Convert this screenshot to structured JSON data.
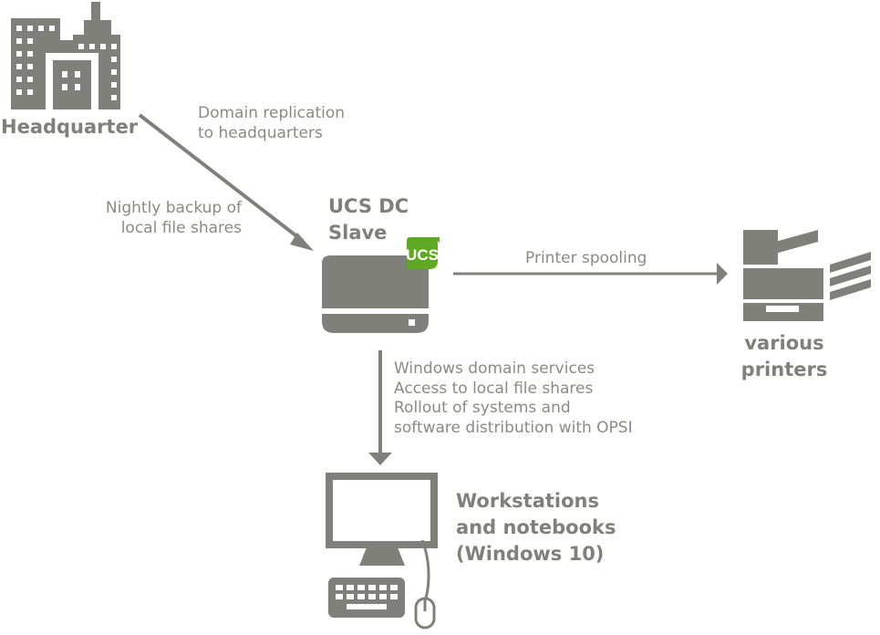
{
  "headquarter": {
    "label": "Headquarter"
  },
  "replication": {
    "lines": [
      "Domain replication",
      "to headquarters"
    ]
  },
  "backup": {
    "lines": [
      "Nightly backup of",
      "local file shares"
    ]
  },
  "server": {
    "title_lines": [
      "UCS DC",
      "Slave"
    ],
    "badge": "UCS"
  },
  "printing": {
    "label": "Printer spooling",
    "printer_lines": [
      "various",
      "printers"
    ]
  },
  "services": {
    "lines": [
      "Windows domain services",
      "Access to local file shares",
      "Rollout of systems and",
      "software distribution with OPSI"
    ]
  },
  "workstations": {
    "lines": [
      "Workstations",
      "and notebooks",
      "(Windows 10)"
    ]
  },
  "colors": {
    "icon_gray": "#80807b",
    "badge_green": "#5fa822",
    "text_gray": "#8a8a85"
  }
}
